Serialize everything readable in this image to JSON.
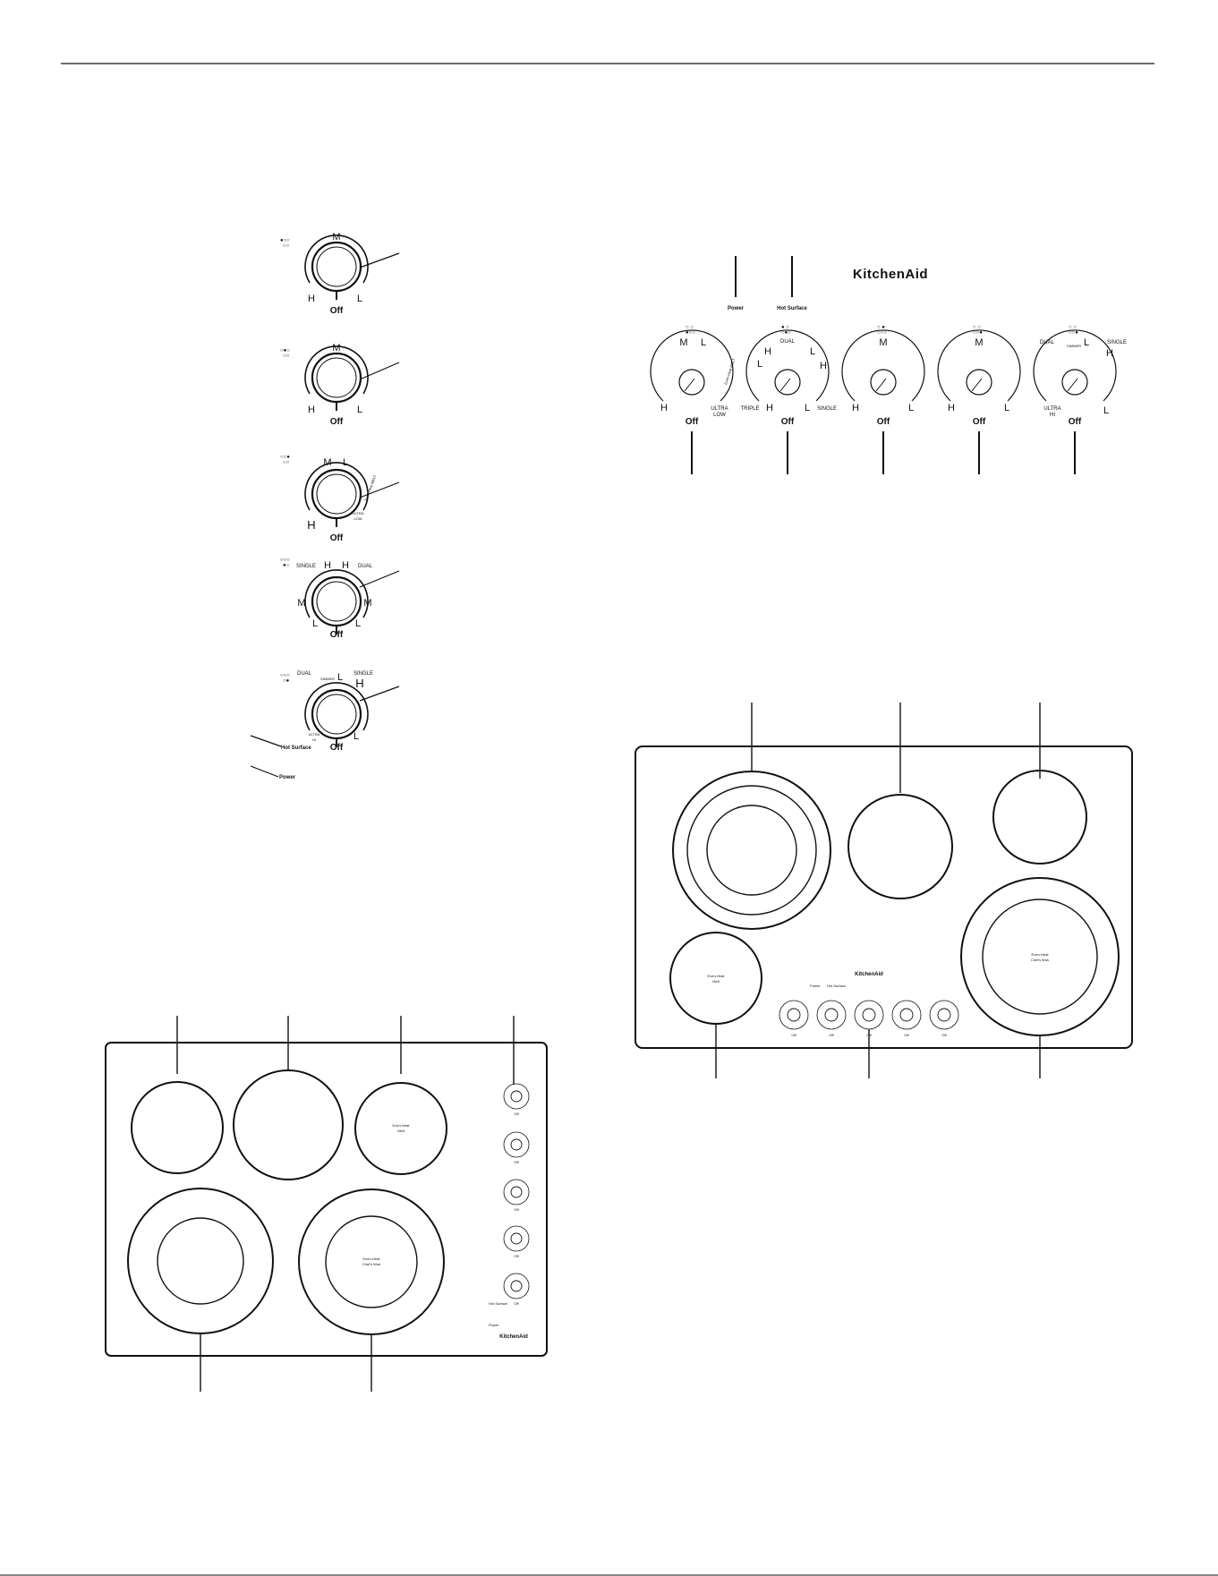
{
  "knob_labels": {
    "off": "Off",
    "h": "H",
    "m": "M",
    "l": "L",
    "single": "SINGLE",
    "dual": "DUAL",
    "triple": "TRIPLE",
    "simmer": "SIMMER",
    "ultra_low": "ULTRA LOW",
    "ultra_low_line1": "ULTRA",
    "ultra_low_line2": "LOW",
    "ultra_hi_line1": "ULTRA",
    "ultra_hi_line2": "HI",
    "melt": "Even-Heat MELT"
  },
  "indicators": {
    "power": "Power",
    "hot_surface": "Hot Surface"
  },
  "brand": "KitchenAid",
  "element_text": {
    "melt_line1": "Even-Heat",
    "melt_line2": "Melt",
    "chef_line1": "Even-Heat",
    "chef_line2": "Chef's Wok"
  },
  "colors": {
    "line": "#111111",
    "background": "#ffffff"
  }
}
